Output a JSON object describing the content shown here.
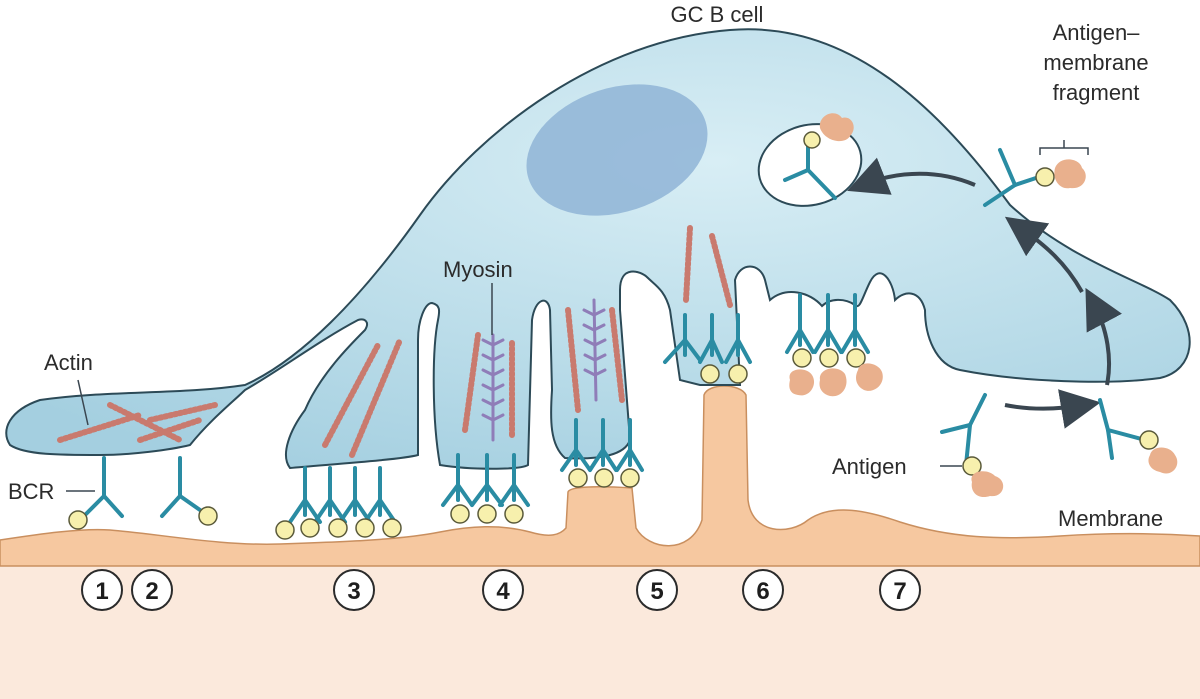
{
  "labels": {
    "cell": "GC B cell",
    "fragment_line1": "Antigen–",
    "fragment_line2": "membrane",
    "fragment_line3": "fragment",
    "actin": "Actin",
    "myosin": "Myosin",
    "bcr": "BCR",
    "antigen": "Antigen",
    "membrane": "Membrane"
  },
  "steps": [
    "1",
    "2",
    "3",
    "4",
    "5",
    "6",
    "7"
  ],
  "colors": {
    "cell_fill": "#a9d3e3",
    "cell_stroke": "#2c4a57",
    "nucleus": "#8fb4d6",
    "membrane_fill": "#f6c8a0",
    "substrate_fill": "#fbe9dc",
    "receptor": "#2a8ca3",
    "antigen": "#f7f0ad",
    "actin": "#c97a6e",
    "myosin": "#8f7db8",
    "fragment": "#e9b08d",
    "arrow": "#3a4650"
  }
}
